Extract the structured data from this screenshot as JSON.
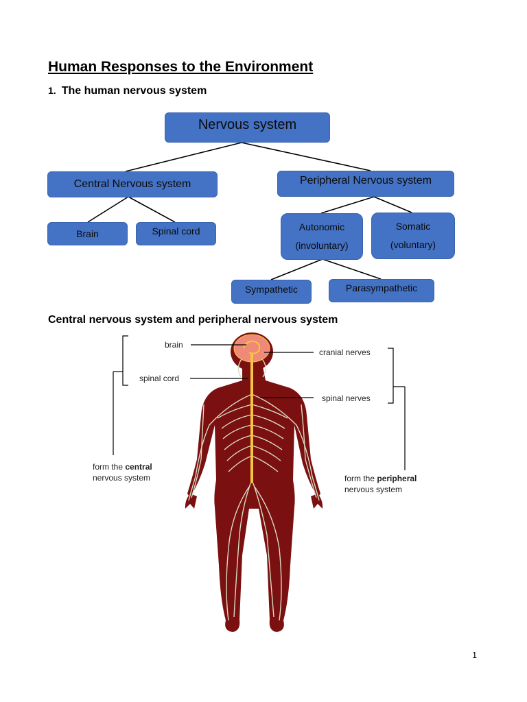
{
  "title": "Human Responses to the Environment",
  "section": {
    "number": "1.",
    "heading": "The human nervous system"
  },
  "tree": {
    "root": "Nervous system",
    "cns": "Central Nervous system",
    "pns": "Peripheral Nervous system",
    "brain": "Brain",
    "spinal_cord": "Spinal cord",
    "autonomic": {
      "line1": "Autonomic",
      "line2": "(involuntary)"
    },
    "somatic": {
      "line1": "Somatic",
      "line2": "(voluntary)"
    },
    "sympathetic": "Sympathetic",
    "parasympathetic": "Parasympathetic",
    "node_color": "#4472c4"
  },
  "figure_heading": "Central nervous system and peripheral nervous system",
  "figure": {
    "brain": "brain",
    "spinal_cord": "spinal cord",
    "cranial_nerves": "cranial nerves",
    "spinal_nerves": "spinal nerves",
    "central_prefix": "form the ",
    "central_bold": "central",
    "central_suffix": "nervous system",
    "peripheral_prefix": "form the ",
    "peripheral_bold": "peripheral",
    "peripheral_suffix": "nervous system",
    "body_color": "#7a1010",
    "nerve_color": "#d8dcc4",
    "cord_color": "#f5c542",
    "brain_color": "#f08a78"
  },
  "page_number": "1"
}
